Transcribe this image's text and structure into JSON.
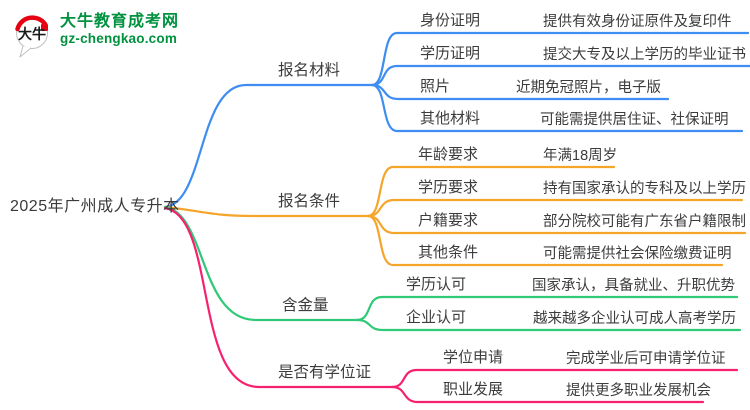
{
  "logo": {
    "badge_text": "大牛",
    "title": "大牛教育成考网",
    "subtitle": "gz-chengkao.com",
    "brand_green": "#00923f",
    "brand_red": "#e60012"
  },
  "mindmap": {
    "root": "2025年广州成人专升本",
    "branches": [
      {
        "label": "报名材料",
        "color": "#3e8df2",
        "children": [
          {
            "label": "身份证明",
            "desc": "提供有效身份证原件及复印件"
          },
          {
            "label": "学历证明",
            "desc": "提交大专及以上学历的毕业证书"
          },
          {
            "label": "照片",
            "desc": "近期免冠照片，电子版"
          },
          {
            "label": "其他材料",
            "desc": "可能需提供居住证、社保证明"
          }
        ]
      },
      {
        "label": "报名条件",
        "color": "#f5a52a",
        "children": [
          {
            "label": "年龄要求",
            "desc": "年满18周岁"
          },
          {
            "label": "学历要求",
            "desc": "持有国家承认的专科及以上学历"
          },
          {
            "label": "户籍要求",
            "desc": "部分院校可能有广东省户籍限制"
          },
          {
            "label": "其他条件",
            "desc": "可能需提供社会保险缴费证明"
          }
        ]
      },
      {
        "label": "含金量",
        "color": "#2fc977",
        "children": [
          {
            "label": "学历认可",
            "desc": "国家承认，具备就业、升职优势"
          },
          {
            "label": "企业认可",
            "desc": "越来越多企业认可成人高考学历"
          }
        ]
      },
      {
        "label": "是否有学位证",
        "color": "#f5216f",
        "children": [
          {
            "label": "学位申请",
            "desc": "完成学业后可申请学位证"
          },
          {
            "label": "职业发展",
            "desc": "提供更多职业发展机会"
          }
        ]
      }
    ]
  }
}
